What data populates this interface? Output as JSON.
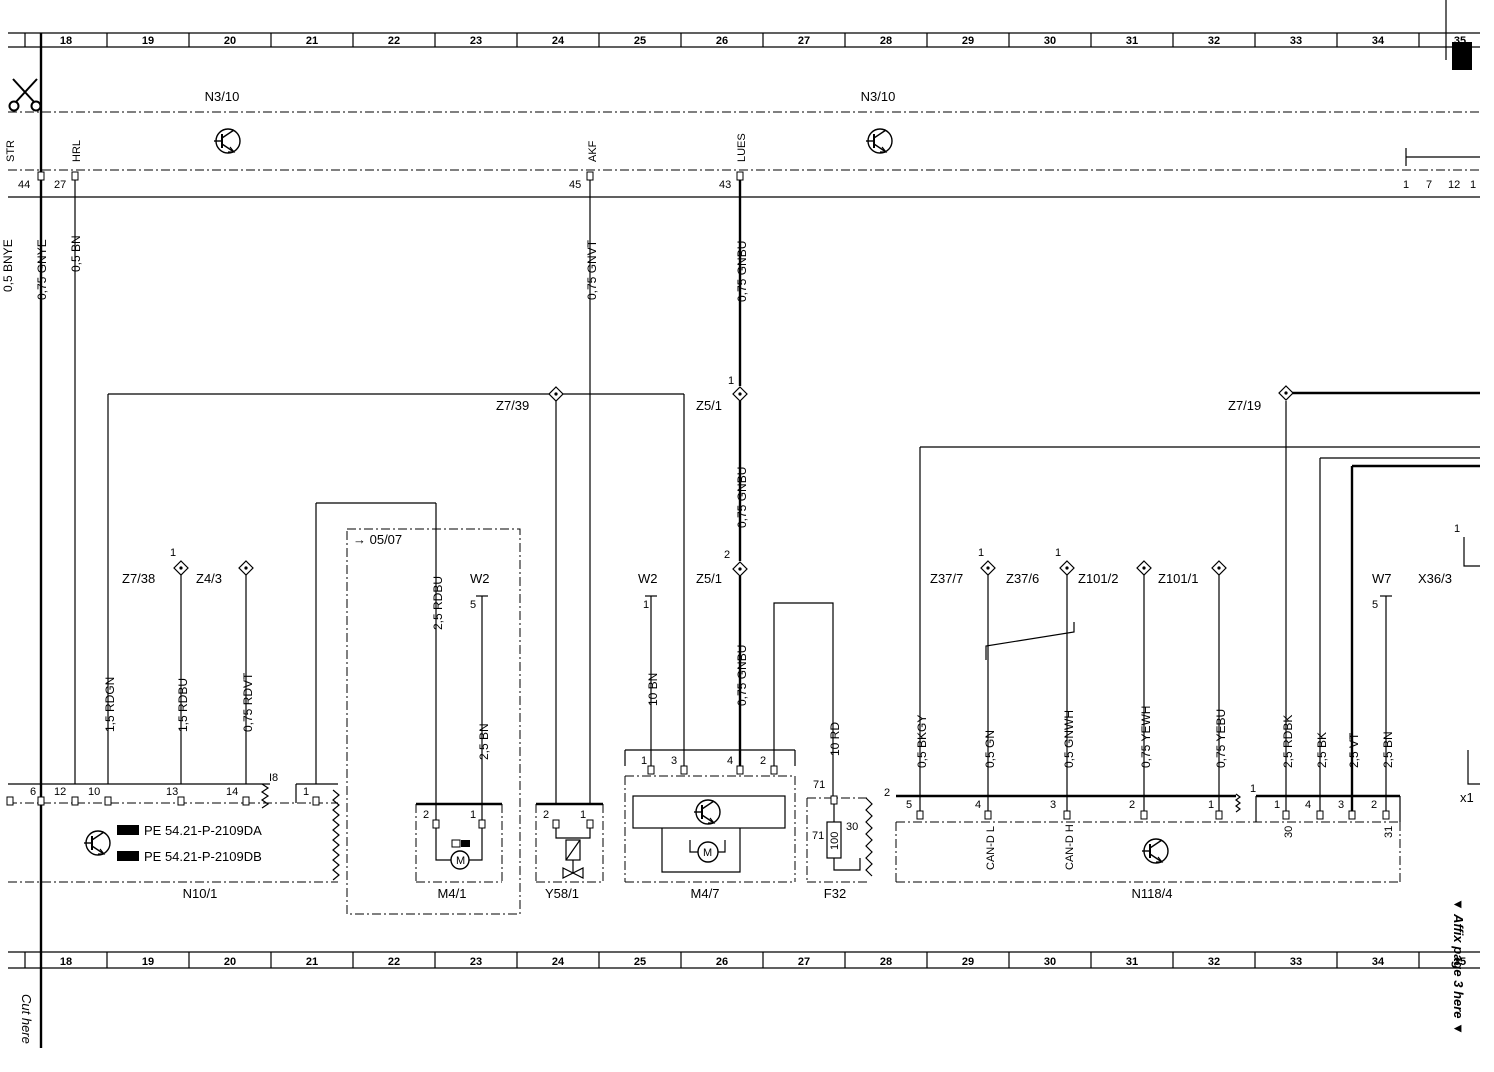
{
  "page": {
    "grid_columns": [
      "18",
      "19",
      "20",
      "21",
      "22",
      "23",
      "24",
      "25",
      "26",
      "27",
      "28",
      "29",
      "30",
      "31",
      "32",
      "33",
      "34",
      "35"
    ],
    "cut_here": "Cut here",
    "affix_note": "▼ Affix page 3 here ▼"
  },
  "control_unit": {
    "name_left": "N3/10",
    "name_right": "N3/10",
    "signals": [
      "STR",
      "HRL",
      "AKF",
      "LUES"
    ],
    "pins": [
      "44",
      "27",
      "45",
      "43"
    ],
    "right_pins": [
      "1",
      "7",
      "12",
      "1"
    ]
  },
  "wires": {
    "w_bnye": "0,5 BNYE",
    "w_gnye": "0,75 GNYE",
    "w_bn_top": "0,5 BN",
    "w_gnvt": "0,75 GNVT",
    "w_gnbu_a": "0,75 GNBU",
    "w_gnbu_b": "0,75 GNBU",
    "w_gnbu_c": "0,75 GNBU",
    "w_rdgn": "1,5 RDGN",
    "w_rdbu": "1,5 RDBU",
    "w_rdvt": "0,75 RDVT",
    "w_rdbu25": "2,5 RDBU",
    "w_bn25": "2,5 BN",
    "w_bn10": "10 BN",
    "w_rd10": "10 RD",
    "w_bkgy": "0,5 BKGY",
    "w_gn": "0,5 GN",
    "w_gnwh": "0,5 GNWH",
    "w_yewh": "0,75 YEWH",
    "w_yebu": "0,75 YEBU",
    "w_rdbk": "2,5 RDBK",
    "w_bk": "2,5 BK",
    "w_vt": "2,5 VT",
    "w_bn25b": "2,5 BN"
  },
  "splices": {
    "z7_39": "Z7/39",
    "z5_1a": "Z5/1",
    "z5_1b": "Z5/1",
    "z7_19": "Z7/19",
    "z7_38": "Z7/38",
    "z4_3": "Z4/3",
    "z37_7": "Z37/7",
    "z37_6": "Z37/6",
    "z101_2": "Z101/2",
    "z101_1": "Z101/1",
    "w2a": "W2",
    "w2b": "W2",
    "w7": "W7",
    "x36_3": "X36/3",
    "n1": "1",
    "n2": "2",
    "x1": "x1",
    "n5": "5"
  },
  "components": {
    "n10_1": "N10/1",
    "pe1": "PE 54.21-P-2109DA",
    "pe2": "PE 54.21-P-2109DB",
    "m4_1": "M4/1",
    "version": "→ 05/07",
    "y58_1": "Y58/1",
    "m4_7": "M4/7",
    "f32": "F32",
    "f32_fuse": "100",
    "f32_pin71": "71",
    "f32_pin30": "30",
    "n118_4": "N118/4",
    "can_l": "CAN-D L",
    "can_h": "CAN-D H",
    "p30": "30",
    "p31": "31",
    "motor": "M"
  },
  "pins": {
    "n10": [
      "6",
      "12",
      "10",
      "13",
      "14",
      "I8",
      "1"
    ],
    "m41": [
      "2",
      "1"
    ],
    "y58": [
      "2",
      "1"
    ],
    "m47": [
      "1",
      "3",
      "4",
      "2"
    ],
    "f32": "71",
    "n118_left": [
      "5",
      "4",
      "3",
      "2",
      "1"
    ],
    "n118_right": [
      "1",
      "4",
      "3",
      "2"
    ],
    "n118_conn": "2",
    "x36_pin": "1"
  }
}
